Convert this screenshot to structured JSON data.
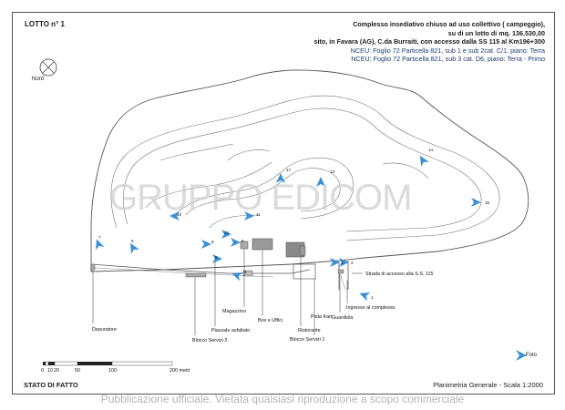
{
  "header": {
    "lotto": "LOTTO n° 1",
    "lines": [
      "Complesso insediativo chiuso ad uso collettivo ( campeggio),",
      "su di un lotto di mq. 136.530,00",
      "sito, in Favara (AG), C.da Burraiti, con accesso dalla SS 115 al Km196+300",
      "NCEU: Foglio 72 Particella 821, sub 1 e sub 2cat. C/1, piano: Terra",
      "NCEU: Foglio 72 Particella 821, sub 3 cat. D6, piano: Terra - Primo"
    ]
  },
  "north_label": "Nord",
  "labels": {
    "depuratore": "Depuratore",
    "magazzino": "Magazzino",
    "piazzale": "Piazzale asfaltato",
    "box_uffici": "Box e Uffici",
    "blocco2": "Blocco Servizi 2",
    "ristorante": "Ristorante",
    "blocco1": "Blocco Servizi 1",
    "pista": "Pista Kart",
    "guardiola": "Guardiola",
    "ingresso": "Ingresso al complesso",
    "strada": "Strada di accesso alla S.S. 115"
  },
  "photo_markers": [
    "1",
    "2",
    "3",
    "4",
    "5",
    "6",
    "7",
    "8",
    "9",
    "10",
    "11",
    "12",
    "13",
    "14",
    "15",
    "17"
  ],
  "legend": {
    "foto": "Foto"
  },
  "scale_bar": {
    "ticks": [
      "0",
      "10",
      "20",
      "50",
      "100",
      "200 metri"
    ]
  },
  "footer": {
    "stato": "STATO DI FATTO",
    "plan": "Planimetria Generale - Scala 1:2000",
    "notice": "Pubblicazione ufficiale. Vietata qualsiasi riproduzione a scopo commerciale"
  },
  "watermark": "GRUPPO EDICOM",
  "colors": {
    "marker": "#3a8fd6",
    "line": "#555555",
    "building": "#8a8a8a",
    "header_blue": "#1d3b6e"
  }
}
